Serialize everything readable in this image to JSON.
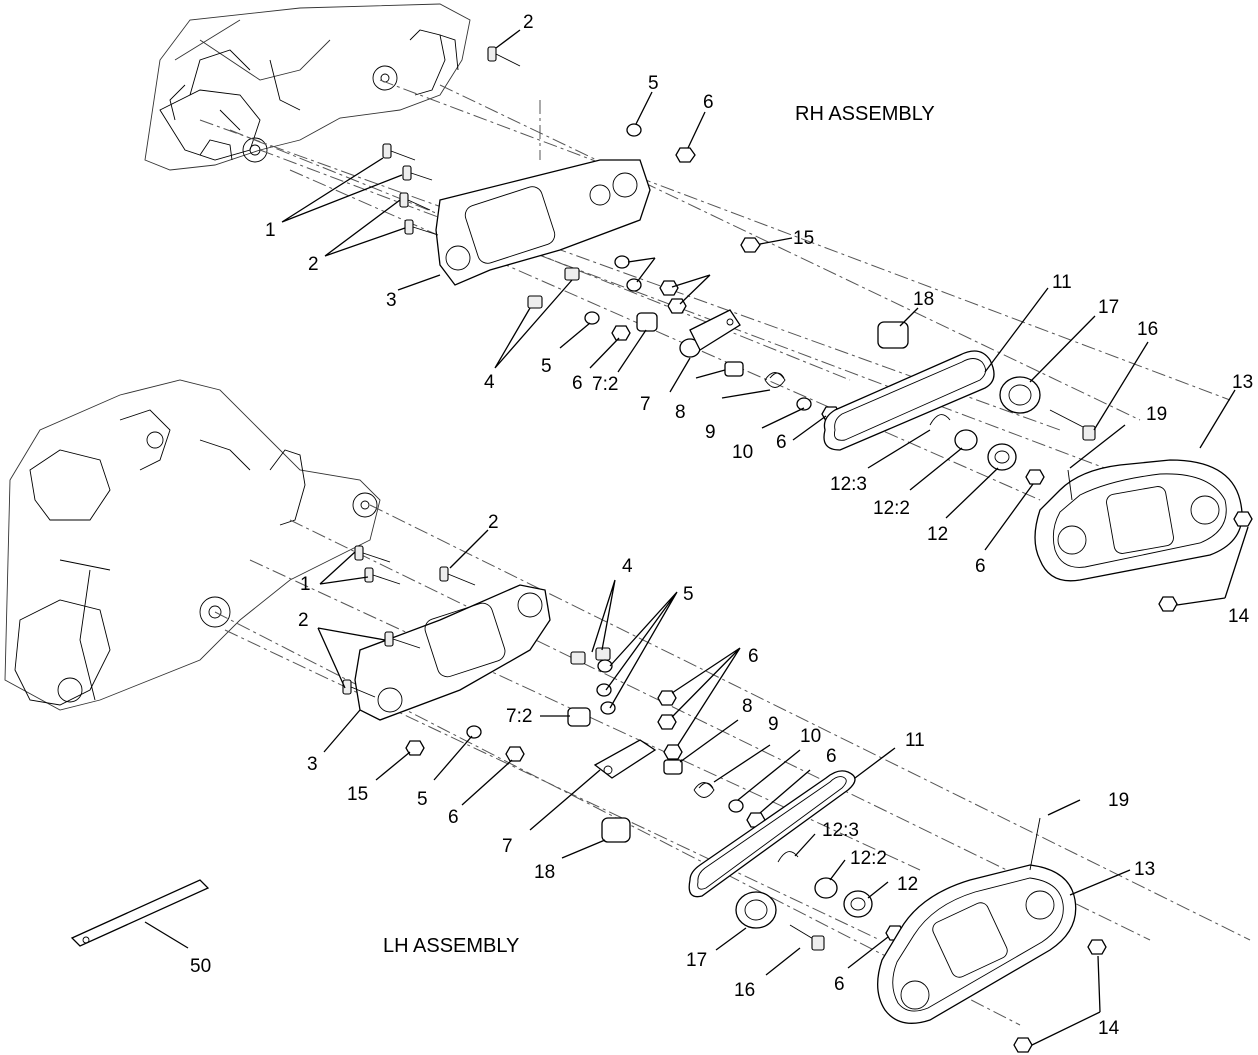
{
  "titles": {
    "rh": "RH ASSEMBLY",
    "lh": "LH ASSEMBLY"
  },
  "rh_callouts": [
    "2",
    "5",
    "6",
    "1",
    "2",
    "3",
    "4",
    "5",
    "6",
    "7:2",
    "7",
    "8",
    "9",
    "10",
    "6",
    "15",
    "18",
    "11",
    "17",
    "16",
    "19",
    "13",
    "12:3",
    "12:2",
    "12",
    "6",
    "14"
  ],
  "lh_callouts": [
    "2",
    "1",
    "2",
    "3",
    "15",
    "5",
    "6",
    "4",
    "5",
    "6",
    "7:2",
    "8",
    "9",
    "10",
    "6",
    "11",
    "7",
    "18",
    "12:3",
    "12:2",
    "12",
    "19",
    "13",
    "17",
    "16",
    "6",
    "14"
  ],
  "misc_callouts": [
    "50"
  ]
}
